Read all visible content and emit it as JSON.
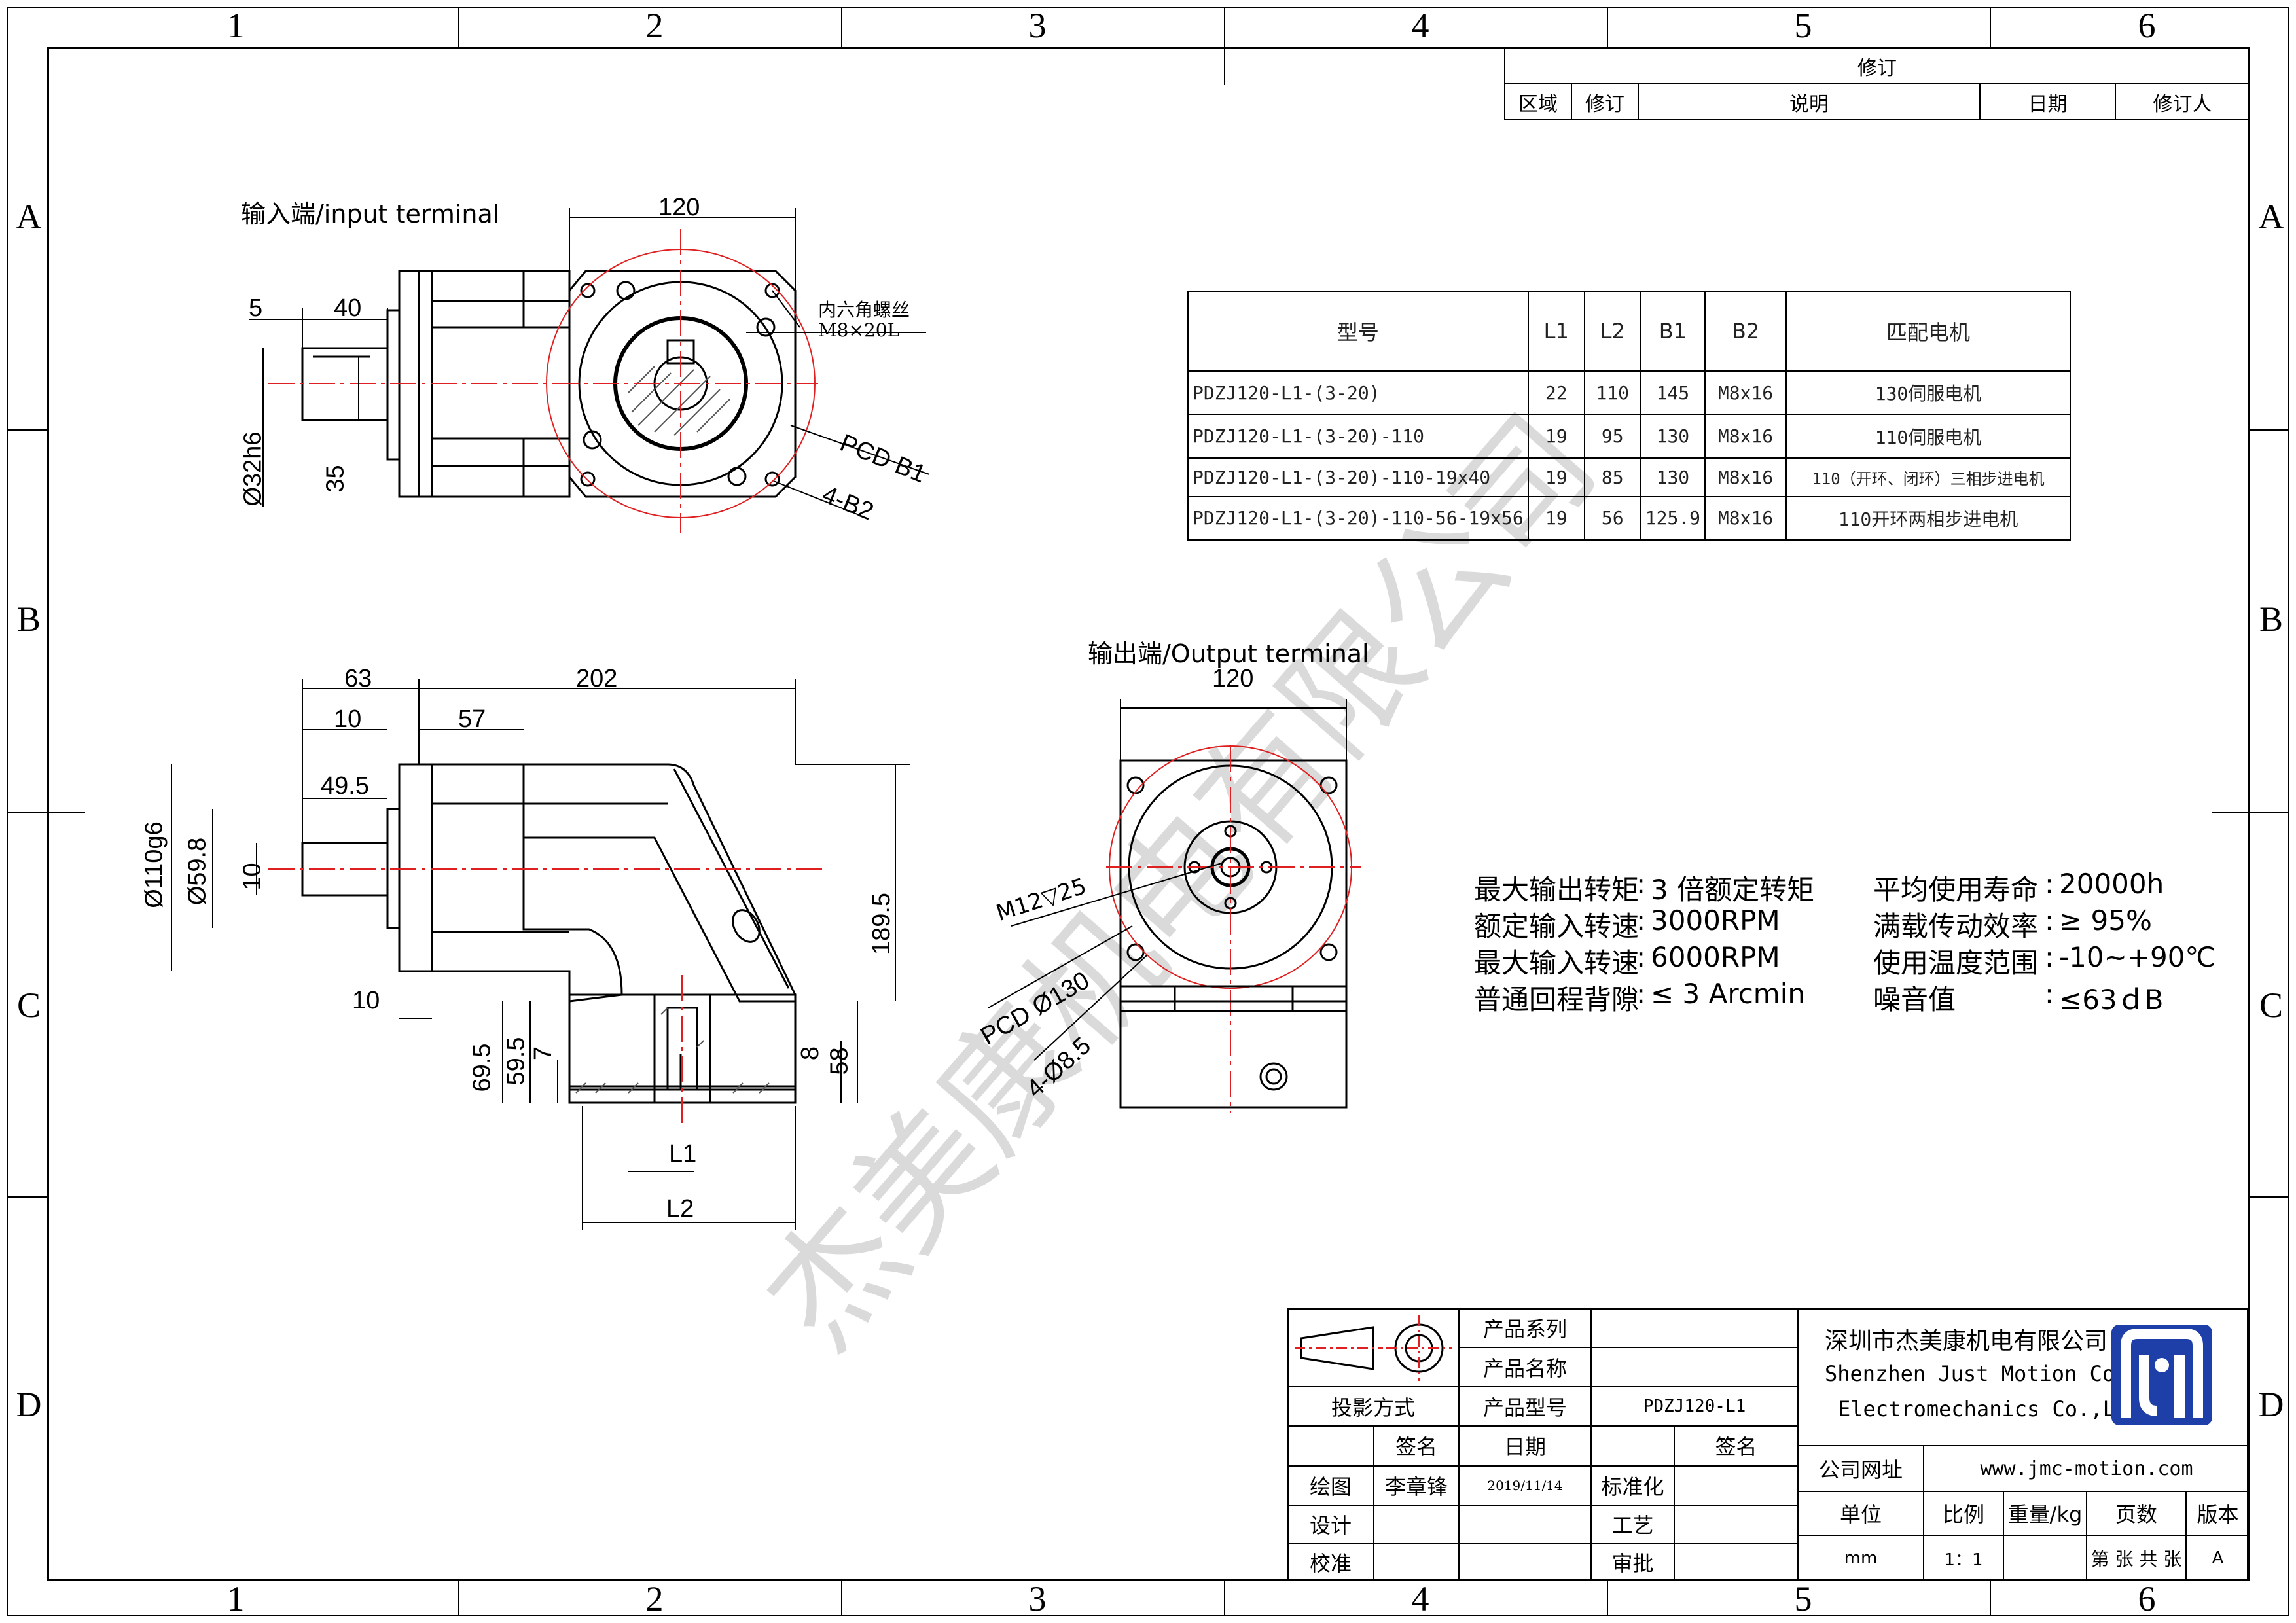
{
  "zones": {
    "columns": [
      "1",
      "2",
      "3",
      "4",
      "5",
      "6"
    ],
    "rows": [
      "A",
      "B",
      "C",
      "D"
    ]
  },
  "revision_table": {
    "title": "修订",
    "headers": [
      "区域",
      "修订",
      "说明",
      "日期",
      "修订人"
    ]
  },
  "views": {
    "input_title": "输入端/input terminal",
    "output_title": "输出端/Output terminal",
    "screw_note_1": "内六角螺丝",
    "screw_note_2": "M8×20L"
  },
  "dims": {
    "top_120": "120",
    "top_5": "5",
    "top_40": "40",
    "top_35": "35",
    "top_d32": "Ø32h6",
    "pcd_b1": "PCD B1",
    "b2": "4-B2",
    "side_63": "63",
    "side_202": "202",
    "side_10a": "10",
    "side_57": "57",
    "side_49_5": "49.5",
    "side_d110": "Ø110g6",
    "side_d59_8": "Ø59.8",
    "side_10b": "10",
    "side_189_5": "189.5",
    "side_10c": "10",
    "side_69_5": "69.5",
    "side_59_5": "59.5",
    "side_7": "7",
    "side_8": "8",
    "side_58": "58",
    "side_l1": "L1",
    "side_l2": "L2",
    "out_120": "120",
    "out_m12": "M12▽25",
    "out_pcd": "PCD Ø130",
    "out_holes": "4-Ø8.5"
  },
  "param_table": {
    "headers": [
      "型号",
      "L1",
      "L2",
      "B1",
      "B2",
      "匹配电机"
    ],
    "rows": [
      [
        "PDZJ120-L1-(3-20)",
        "22",
        "110",
        "145",
        "M8x16",
        "130伺服电机"
      ],
      [
        "PDZJ120-L1-(3-20)-110",
        "19",
        "95",
        "130",
        "M8x16",
        "110伺服电机"
      ],
      [
        "PDZJ120-L1-(3-20)-110-19x40",
        "19",
        "85",
        "130",
        "M8x16",
        "110（开环、闭环）三相步进电机"
      ],
      [
        "PDZJ120-L1-(3-20)-110-56-19x56",
        "19",
        "56",
        "125.9",
        "M8x16",
        "110开环两相步进电机"
      ]
    ]
  },
  "specs": {
    "left": [
      {
        "label": "最大输出转矩",
        "value": "3 倍额定转矩"
      },
      {
        "label": "额定输入转速",
        "value": "3000RPM"
      },
      {
        "label": "最大输入转速",
        "value": "6000RPM"
      },
      {
        "label": "普通回程背隙",
        "value": "≤ 3 Arcmin"
      }
    ],
    "right": [
      {
        "label": "平均使用寿命",
        "value": "20000h"
      },
      {
        "label": "满载传动效率",
        "value": "≥   95%"
      },
      {
        "label": "使用温度范围",
        "value": "-10~+90℃"
      },
      {
        "label": "噪音值",
        "value": "≤63ｄB"
      }
    ]
  },
  "watermark": "杰美康机电有限公司",
  "title_block": {
    "projection": "投影方式",
    "product_series": "产品系列",
    "product_name": "产品名称",
    "product_model": "产品型号",
    "model_value": "PDZJ120-L1",
    "sign": "签名",
    "date": "日期",
    "drawn": "绘图",
    "drawn_by": "李章锋",
    "drawn_date": "2019/11/14",
    "standard": "标准化",
    "design": "设计",
    "process": "工艺",
    "check": "校准",
    "approve": "审批",
    "company_cn": "深圳市杰美康机电有限公司",
    "company_en1": "Shenzhen Just Motion Control",
    "company_en2": "Electromechanics Co.,LTD",
    "website_label": "公司网址",
    "website": "www.jmc-motion.com",
    "unit": "单位",
    "scale": "比例",
    "weight": "重量/kg",
    "pages": "页数",
    "version": "版本",
    "unit_val": "mm",
    "scale_val": "1：1",
    "pages_val": "第 张 共 张",
    "version_val": "A"
  },
  "colors": {
    "line": "#000000",
    "center": "#e02020",
    "hatch": "#444444"
  }
}
